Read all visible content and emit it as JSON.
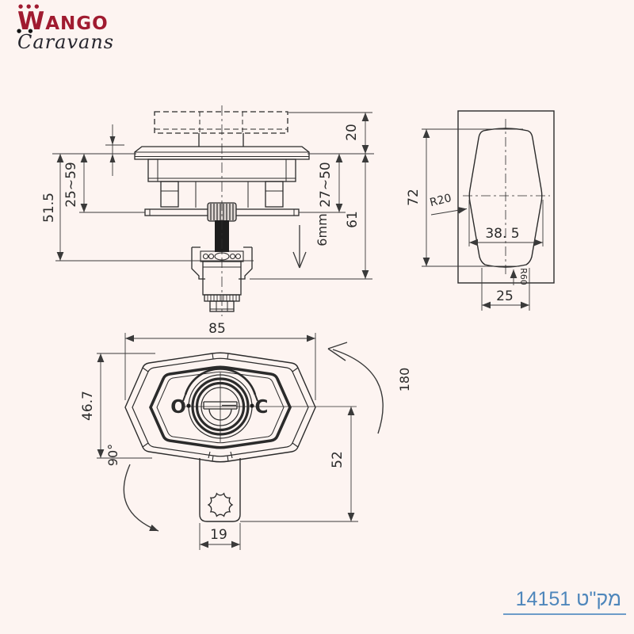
{
  "logo": {
    "line1": "Wango",
    "line2": "Caravans"
  },
  "catalog": {
    "text": "מק\"ט 14151"
  },
  "colors": {
    "background": "#fdf4f1",
    "line": "#2b2b2b",
    "dimension": "#3a3a3a",
    "logo_red": "#a01b30",
    "logo_dark": "#26262e",
    "catalog_blue": "#4e86bb"
  },
  "side_view": {
    "height_to_bracket": "51.5",
    "panel_range_left": "25~59",
    "knob_height": "20",
    "panel_range_right": "27~50",
    "overall_height": "61",
    "thread_label": "6mm"
  },
  "cutout_view": {
    "cutout_height": "72",
    "top_radius": "R20",
    "middle_width": "38. 5",
    "bottom_radius": "R60",
    "bottom_width": "25"
  },
  "front_view": {
    "width": "85",
    "height": "46.7",
    "open_angle": "90°",
    "rotation_angle": "180",
    "latch_drop": "52",
    "latch_width": "19",
    "open_label": "O",
    "close_label": "C"
  }
}
